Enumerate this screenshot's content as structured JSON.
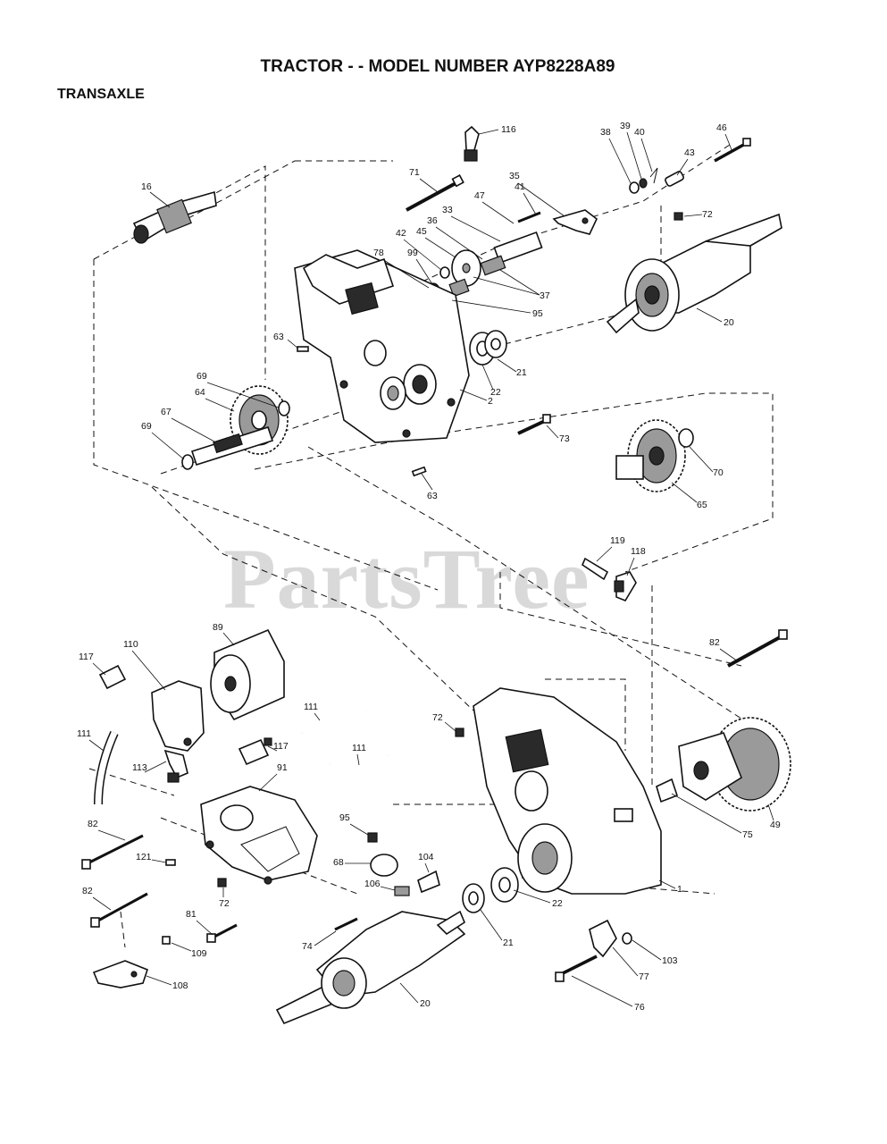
{
  "header": {
    "title": "TRACTOR - - MODEL NUMBER AYP8228A89",
    "subtitle": "TRANSAXLE"
  },
  "watermark": "PartsTree",
  "callouts": {
    "c116": "116",
    "c38": "38",
    "c39": "39",
    "c40": "40",
    "c46": "46",
    "c16": "16",
    "c71": "71",
    "c43": "43",
    "c35": "35",
    "c41": "41",
    "c47": "47",
    "c33": "33",
    "c72a": "72",
    "c36": "36",
    "c45": "45",
    "c42": "42",
    "c78": "78",
    "c99": "99",
    "c37": "37",
    "c95a": "95",
    "c20a": "20",
    "c63a": "63",
    "c21a": "21",
    "c69a": "69",
    "c64": "64",
    "c22a": "22",
    "c2": "2",
    "c67": "67",
    "c69b": "69",
    "c73": "73",
    "c70": "70",
    "c63b": "63",
    "c65": "65",
    "c119": "119",
    "c118": "118",
    "c89": "89",
    "c82a": "82",
    "c117a": "117",
    "c110": "110",
    "c72b": "72",
    "c111a": "111",
    "c117b": "117",
    "c111b": "111",
    "c111c": "111",
    "c113": "113",
    "c91": "91",
    "c75": "75",
    "c49": "49",
    "c82b": "82",
    "c95b": "95",
    "c121": "121",
    "c68": "68",
    "c104": "104",
    "c106": "106",
    "c72c": "72",
    "c1": "1",
    "c82c": "82",
    "c22b": "22",
    "c81": "81",
    "c21b": "21",
    "c74": "74",
    "c109": "109",
    "c103": "103",
    "c108": "108",
    "c77": "77",
    "c20b": "20",
    "c76": "76"
  }
}
